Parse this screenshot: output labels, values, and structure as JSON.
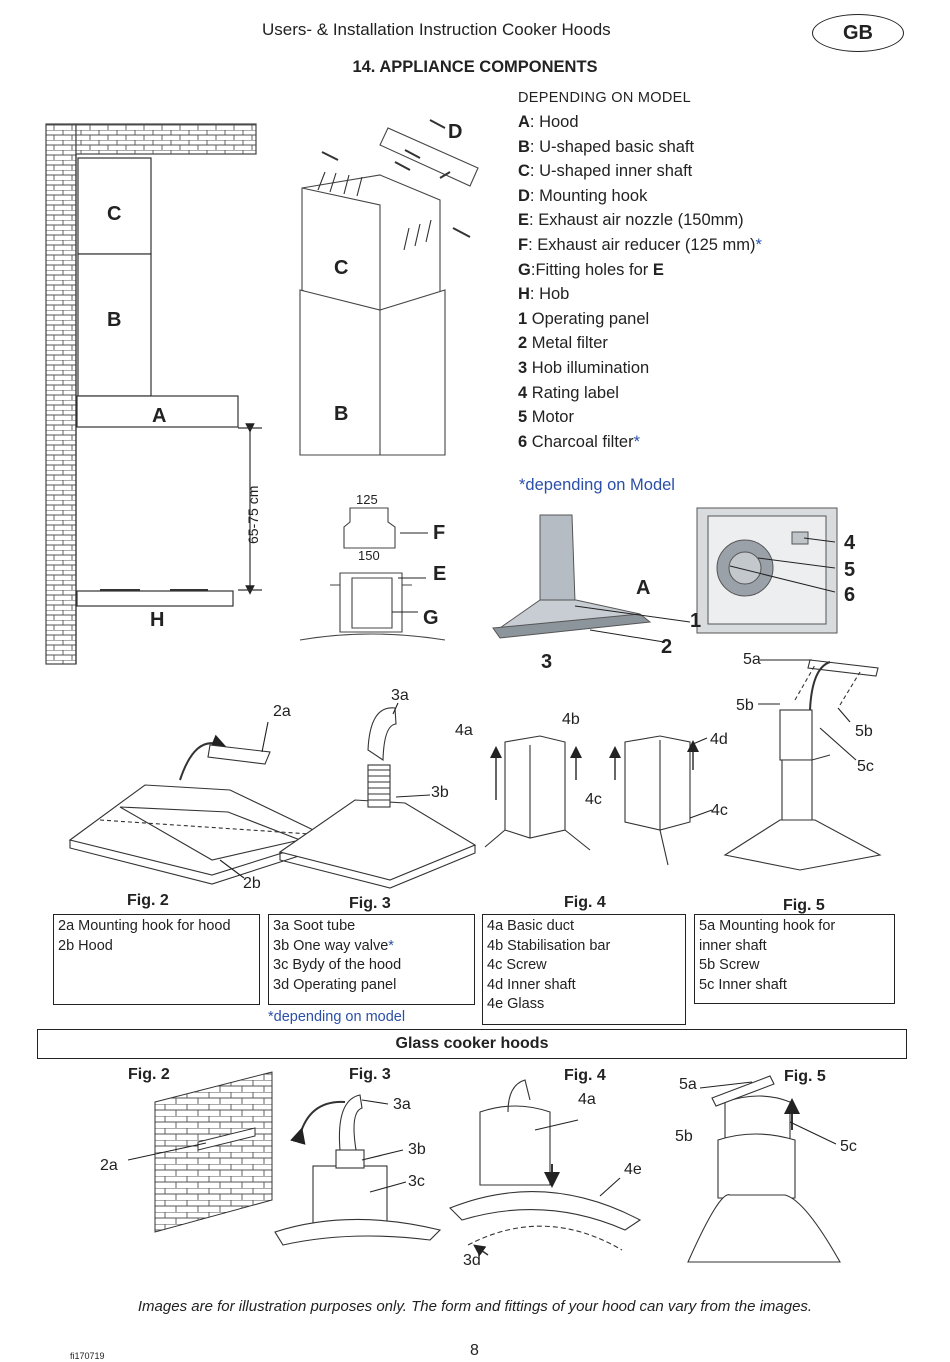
{
  "header": {
    "title": "Users- & Installation Instruction Cooker Hoods",
    "country_badge": "GB"
  },
  "section_title": "14. APPLIANCE COMPONENTS",
  "legend": {
    "subtitle": "DEPENDING ON MODEL",
    "items": [
      {
        "key": "A",
        "sep": ": ",
        "text": "Hood",
        "mark": "",
        "suffix": ""
      },
      {
        "key": "B",
        "sep": ": ",
        "text": "U-shaped basic shaft",
        "mark": "",
        "suffix": ""
      },
      {
        "key": "C",
        "sep": ": ",
        "text": "U-shaped inner shaft",
        "mark": "",
        "suffix": ""
      },
      {
        "key": "D",
        "sep": ": ",
        "text": "Mounting hook",
        "mark": "",
        "suffix": ""
      },
      {
        "key": "E",
        "sep": ": ",
        "text": "Exhaust air nozzle (150mm)",
        "mark": "",
        "suffix": ""
      },
      {
        "key": "F",
        "sep": ": ",
        "text": "Exhaust air reducer (125 mm)",
        "mark": "*",
        "suffix": ""
      },
      {
        "key": "G",
        "sep": ":",
        "text": "Fitting holes for ",
        "mark": "",
        "suffix": "E"
      },
      {
        "key": "H",
        "sep": ": ",
        "text": "Hob",
        "mark": "",
        "suffix": ""
      },
      {
        "key": "1",
        "sep": " ",
        "text": "Operating panel",
        "mark": "",
        "suffix": ""
      },
      {
        "key": "2",
        "sep": " ",
        "text": "Metal filter",
        "mark": "",
        "suffix": ""
      },
      {
        "key": "3",
        "sep": " ",
        "text": "Hob illumination",
        "mark": "",
        "suffix": ""
      },
      {
        "key": "4",
        "sep": " ",
        "text": "Rating label",
        "mark": "",
        "suffix": ""
      },
      {
        "key": "5",
        "sep": " ",
        "text": "Motor",
        "mark": "",
        "suffix": ""
      },
      {
        "key": "6",
        "sep": " ",
        "text": "Charcoal filter",
        "mark": "*",
        "suffix": ""
      }
    ],
    "footnote": "*depending on Model"
  },
  "top_labels": {
    "A": "A",
    "B": "B",
    "C": "C",
    "D": "D",
    "E": "E",
    "F": "F",
    "G": "G",
    "H": "H",
    "dim": "65-75 cm",
    "d125": "125",
    "d150": "150",
    "n1": "1",
    "n2": "2",
    "n3": "3",
    "n4": "4",
    "n5": "5",
    "n6": "6"
  },
  "figure_labels": {
    "l2a": "2a",
    "l2b": "2b",
    "l3a": "3a",
    "l3b": "3b",
    "l4a": "4a",
    "l4b": "4b",
    "l4c": "4c",
    "l4d": "4d",
    "l5a": "5a",
    "l5b": "5b",
    "l5c": "5c"
  },
  "glass_labels": {
    "l2a": "2a",
    "l3a": "3a",
    "l3b": "3b",
    "l3c": "3c",
    "l3d": "3d",
    "l4a": "4a",
    "l4e": "4e",
    "l5a": "5a",
    "l5b": "5b",
    "l5c": "5c"
  },
  "figures": [
    {
      "title": "Fig. 2",
      "items": [
        "2a Mounting hook for hood",
        "2b Hood"
      ]
    },
    {
      "title": "Fig. 3",
      "items": [
        "3a Soot tube",
        "3b One way valve",
        "3c Bydy of the hood",
        "3d Operating panel"
      ],
      "mark": "*"
    },
    {
      "title": "Fig. 4",
      "items": [
        "4a Basic duct",
        "4b Stabilisation bar",
        "4c Screw",
        "4d Inner shaft",
        "4e Glass"
      ]
    },
    {
      "title": "Fig. 5",
      "items": [
        "5a Mounting hook for",
        "inner shaft",
        "5b Screw",
        "5c Inner shaft"
      ]
    }
  ],
  "depending_note": "*depending on model",
  "glass_section": {
    "title": "Glass cooker hoods",
    "fig_titles": [
      "Fig. 2",
      "Fig. 3",
      "Fig. 4",
      "Fig. 5"
    ]
  },
  "footer": {
    "note": "Images are for illustration purposes only. The form and fittings of your hood can vary from the images.",
    "page_number": "8",
    "doc_code": "fi170719"
  }
}
